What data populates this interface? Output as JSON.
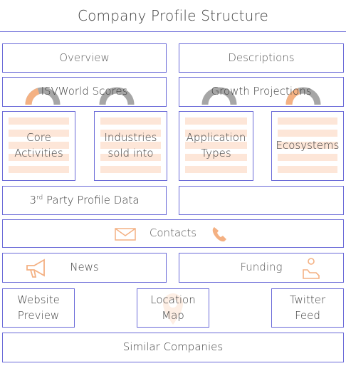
{
  "title": "Company Profile Structure",
  "boxes": {
    "overview": "Overview",
    "descriptions": "Descriptions",
    "isvworld_scores": "ISVWorld Scores",
    "growth_projections": "Growth Projections",
    "core_activities": [
      "Core",
      "Activities"
    ],
    "industries_sold_into": [
      "Industries",
      "sold into"
    ],
    "application_types": [
      "Application",
      "Types"
    ],
    "ecosystems": "Ecosystems",
    "third_party_profile_data": {
      "prefix": "3",
      "sup": "rd",
      "rest": " Party Profile Data"
    },
    "contacts": "Contacts",
    "news": "News",
    "funding": "Funding",
    "website_preview": [
      "Website",
      "Preview"
    ],
    "location_map": [
      "Location",
      "Map"
    ],
    "twitter_feed": [
      "Twitter",
      "Feed"
    ],
    "similar_companies": "Similar Companies"
  },
  "icons": [
    "gauge-icon",
    "gauge-icon",
    "envelope-icon",
    "phone-icon",
    "megaphone-icon",
    "hand-coins-icon",
    "map-pin-icon"
  ],
  "colors": {
    "border": "#6a6ad8",
    "stripe": "#fde6d8",
    "icon_orange": "#f4b183",
    "gauge_grey": "#a6a6a6",
    "text": "#404040"
  }
}
